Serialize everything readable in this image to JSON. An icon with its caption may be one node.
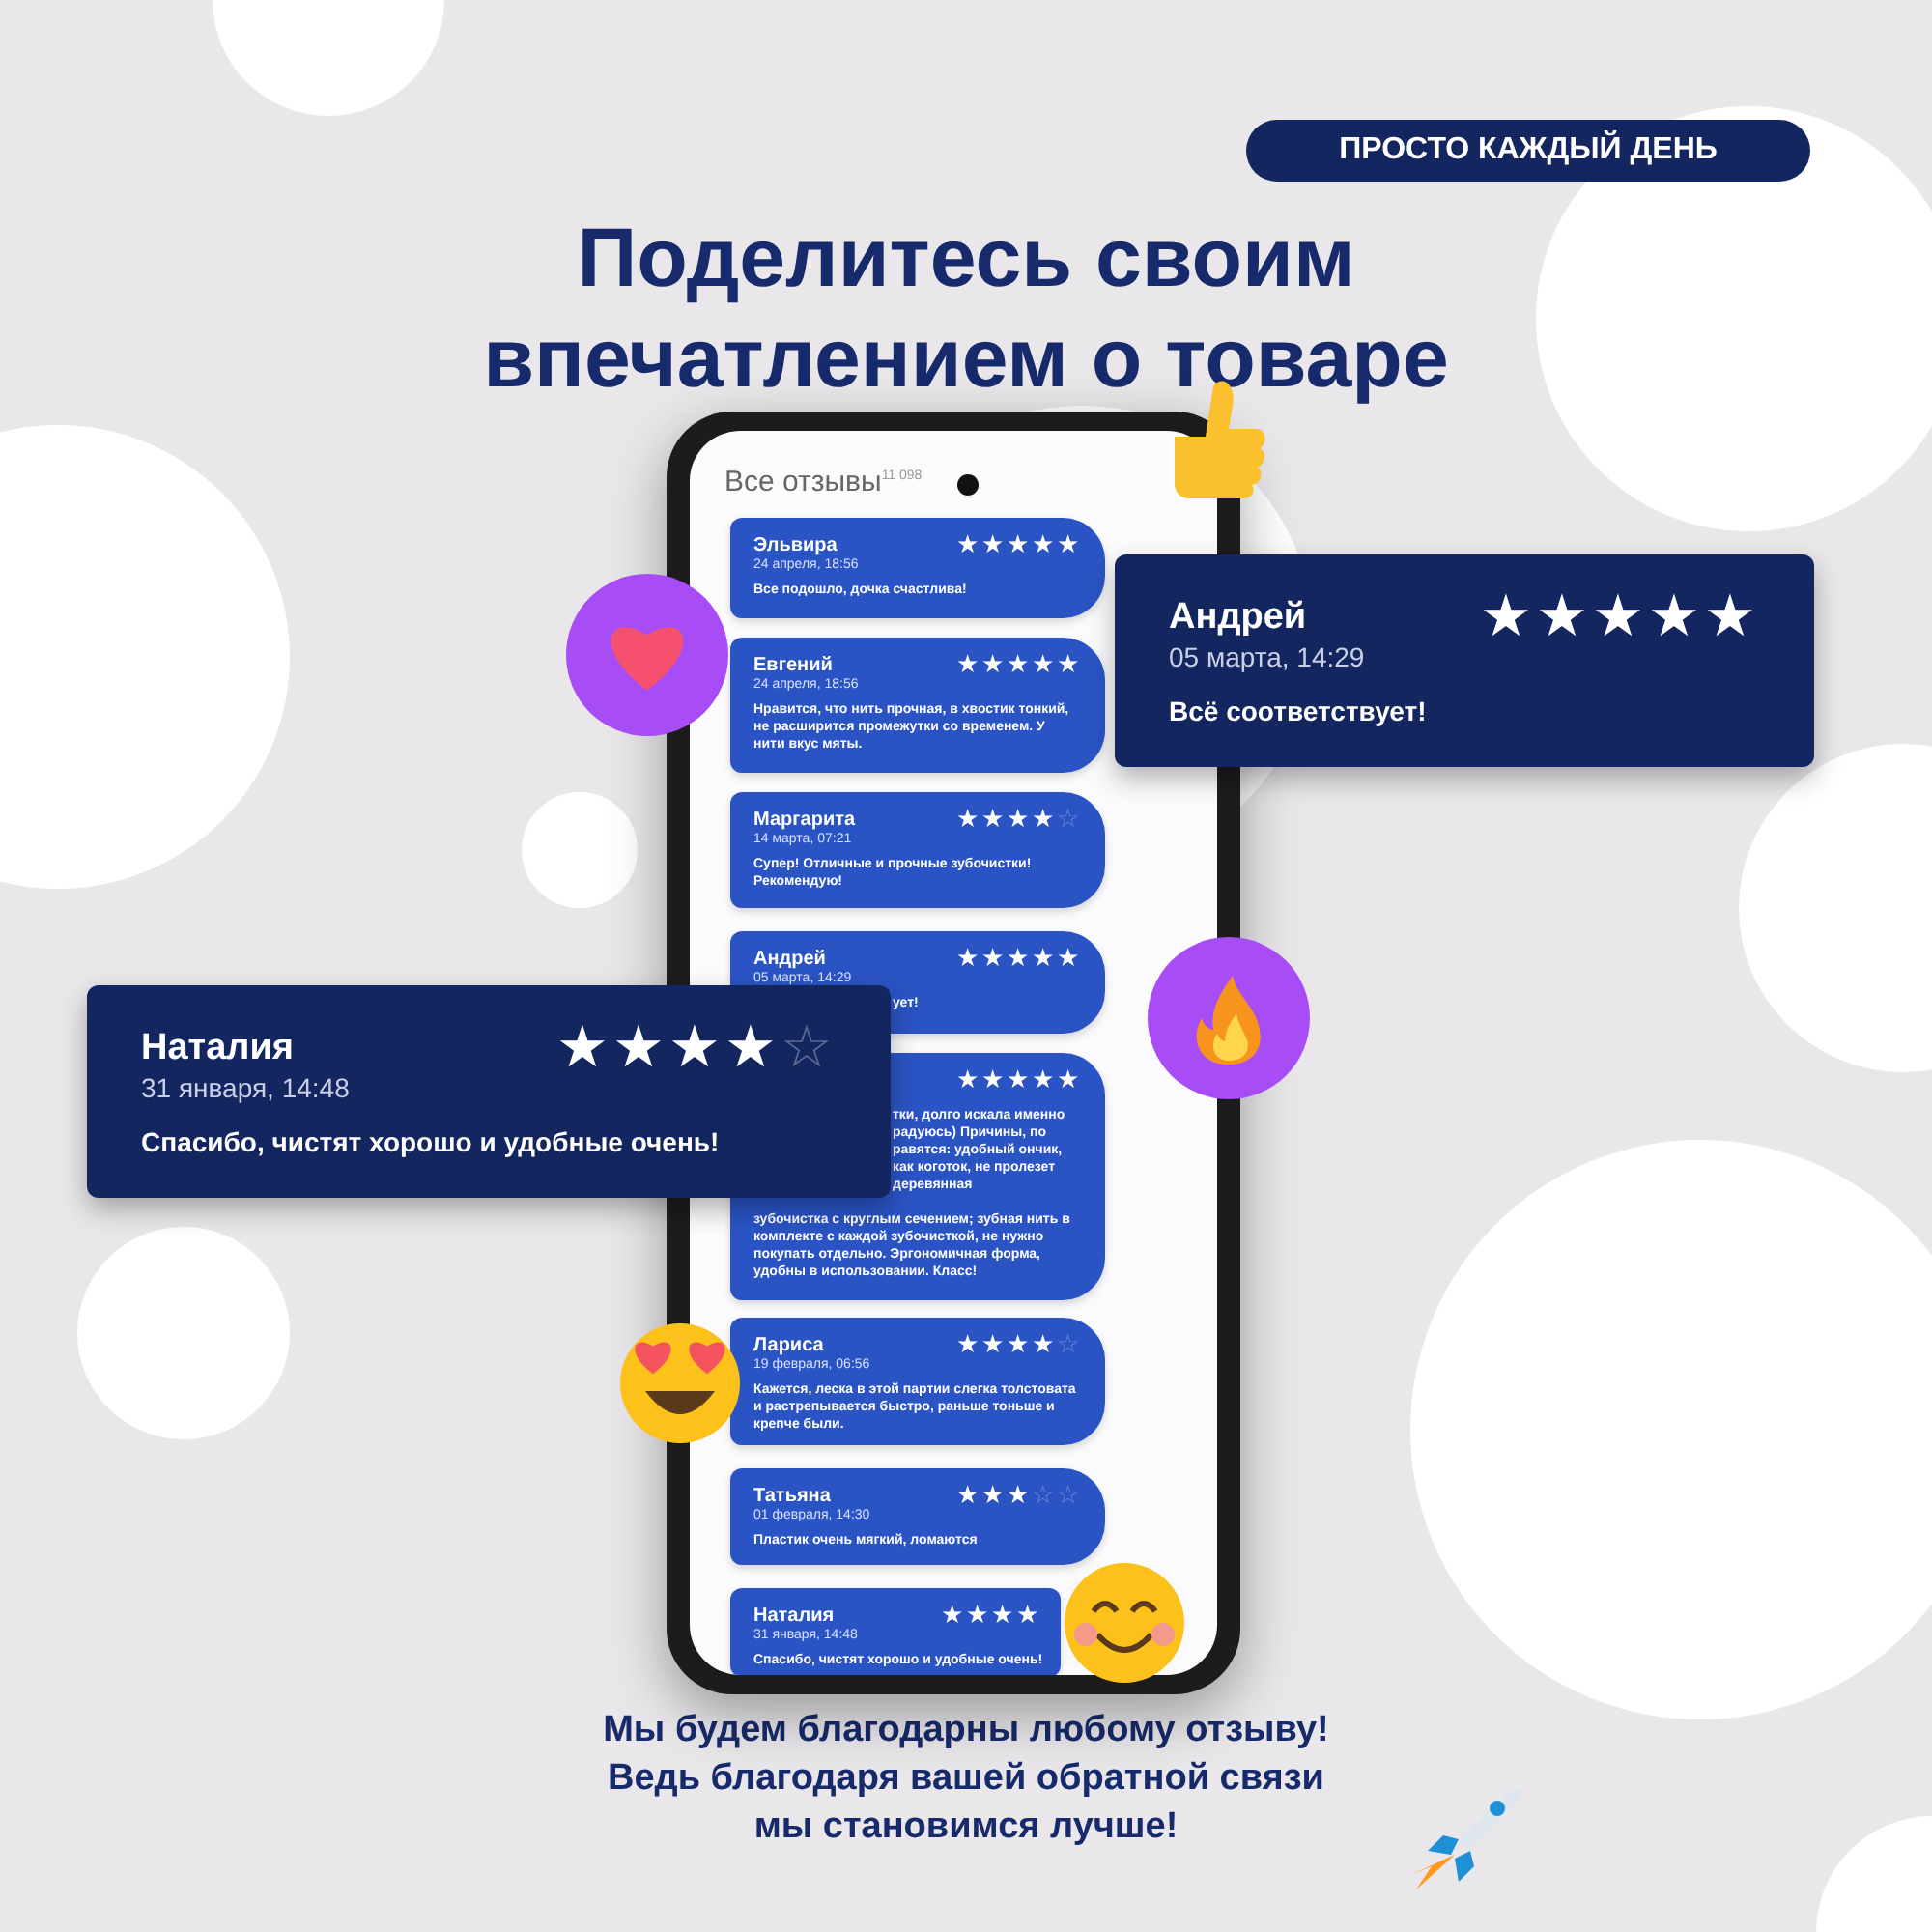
{
  "diagram": {
    "title": "Поделитесь своим впечатлением о товаре",
    "caption": "Мы будем благодарны любому отзыву! Ведь благодаря вашей обратной связи мы становимся лучше!",
    "nodes": [
      {
        "text": [
          "ПРОСТО КАЖДЫЙ ДЕНЬ"
        ]
      },
      {
        "text": [
          "Все отзывы$^{11 098}$"
        ]
      },
      {
        "text": [
          "Эльвира",
          "★★★★★",
          "24 апреля, 18:56",
          "Все подошло, дочка счастлива!"
        ],
        "in": 1
      },
      {
        "text": [
          "Евгений",
          "★★★★★",
          "24 апреля, 18:56",
          "Нравится, что нить прочная, в хвостик тонкий, не расширится промежутки со временем. У нити вкус мяты."
        ],
        "in": 1
      },
      {
        "text": [
          "Маргарита",
          "★★★★☆",
          "14 марта, 07:21",
          "Супер! Отличные и прочные зубочистки! Рекомендую!"
        ],
        "in": 1
      },
      {
        "text": [
          "Андрей",
          "★★★★★",
          "05 марта, 14:29",
          "ует!"
        ],
        "in": 1
      },
      {
        "text": [
          "★★★★★",
          "тки, долго искала именно радуюсь) Причины, по равятся: удобный ончик, как коготок, не пролезет деревянная",
          "зубочистка с круглым сечением; зубная нить в комплекте с каждой зубочисткой, не нужно покупать отдельно. Эргономичная форма, удобны в использовании. Класс!"
        ],
        "in": 1
      },
      {
        "text": [
          "Лариса",
          "★★★★☆",
          "19 февраля, 06:56",
          "Кажется, леска в этой партии слегка толстовата и растрепывается быстро, раньше тоньше и крепче были."
        ],
        "in": 1
      },
      {
        "text": [
          "Татьяна",
          "★★★☆☆",
          "01 февраля, 14:30",
          "Пластик очень мягкий, ломаются"
        ],
        "in": 1
      },
      {
        "text": [
          "Наталия",
          "★★★★",
          "31 января, 14:48",
          "Спасибо, чистят хорошо и удобные очень!"
        ],
        "in": 1
      },
      {
        "text": [
          "Андрей",
          "★★★★★",
          "05 марта, 14:29",
          "Всё соответствует!"
        ]
      },
      {
        "text": [
          "Наталия",
          "★★★★☆",
          "31 января, 14:48",
          "Спасибо, чистят хорошо и удобные очень!"
        ]
      }
    ]
  }
}
